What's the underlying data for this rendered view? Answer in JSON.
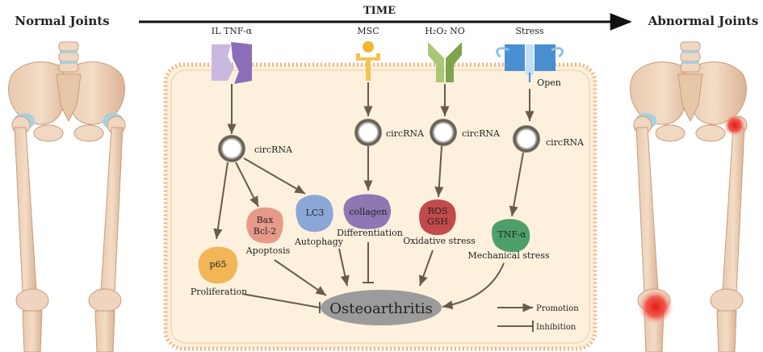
{
  "header": {
    "left_title": "Normal Joints",
    "right_title": "Abnormal Joints",
    "time_label": "TIME"
  },
  "receptors": {
    "il_tnf": "IL TNF-α",
    "msc": "MSC",
    "h2o2_no": "H₂O₂  NO",
    "stress": "Stress",
    "open": "Open"
  },
  "circrna": {
    "label": "circRNA"
  },
  "targets": {
    "bax": "Bax",
    "bcl2": "Bcl-2",
    "lc3": "LC3",
    "collagen": "collagen",
    "ros": "ROS",
    "gsh": "GSH",
    "tnf": "TNF-α",
    "p65": "p65"
  },
  "processes": {
    "apoptosis": "Apoptosis",
    "autophagy": "Autophagy",
    "differentiation": "Differentiation",
    "oxidative": "Oxidative stress",
    "mechanical": "Mechanical stress",
    "proliferation": "Proliferation"
  },
  "center": {
    "disease": "Osteoarthritis"
  },
  "legend": {
    "promotion": "Promotion",
    "inhibition": "Inhibition"
  },
  "colors": {
    "cell_fill": "#fdf1de",
    "cell_border": "#f2b784",
    "arrow": "#6b5a4a",
    "disease_fill": "#9b9b9b",
    "il_receptor": "#8a6fb8",
    "msc_receptor": "#f2b632",
    "h2o2_receptor": "#8fb35a",
    "stress_receptor": "#4a8fd0",
    "bax_blob": "#e79a88",
    "lc3_blob": "#8aa7d8",
    "collagen_blob": "#8d78b4",
    "ros_blob": "#c24a4a",
    "tnf_blob": "#4da06a",
    "p65_blob": "#f2b656"
  }
}
